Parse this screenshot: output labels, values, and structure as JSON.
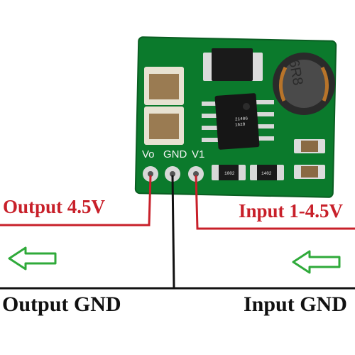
{
  "labels": {
    "output_voltage": "Output 4.5V",
    "input_voltage": "Input 1-4.5V",
    "output_gnd": "Output GND",
    "input_gnd": "Input GND"
  },
  "silkscreen": {
    "vo": "Vo",
    "gnd": "GND",
    "vi": "V1"
  },
  "markings": {
    "chip_line1": "2140G",
    "chip_line2": "1628",
    "resistor_1": "1002",
    "resistor_2": "1402",
    "inductor": "6R8"
  },
  "colors": {
    "pcb_green": "#0b7a2c",
    "wire_red": "#c8202a",
    "wire_black": "#111111",
    "arrow_green": "#2faa3a"
  }
}
